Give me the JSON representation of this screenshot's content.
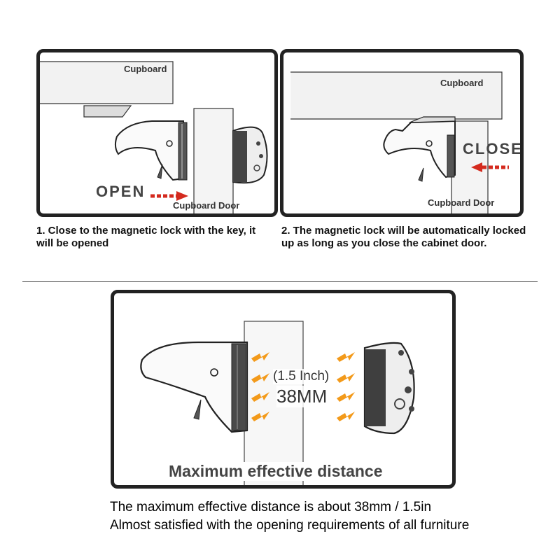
{
  "panel_open": {
    "cupboard_label": "Cupboard",
    "door_label": "Cupboard Door",
    "action_label": "OPEN",
    "caption": "1. Close to the magnetic lock with the key, it will be opened"
  },
  "panel_close": {
    "cupboard_label": "Cupboard",
    "door_label": "Cupboard Door",
    "action_label": "CLOSE",
    "caption": "2. The magnetic lock will be automatically locked up as long as you close the cabinet door."
  },
  "panel_distance": {
    "inch_label": "(1.5 Inch)",
    "mm_label": "38MM",
    "title": "Maximum effective distance"
  },
  "footer": {
    "line1": "The maximum effective distance is about 38mm / 1.5in",
    "line2": "Almost satisfied with the opening requirements of all furniture"
  },
  "colors": {
    "arrow_red": "#d42a1e",
    "wave_orange": "#f39a1a",
    "frame_dark": "#222222"
  }
}
